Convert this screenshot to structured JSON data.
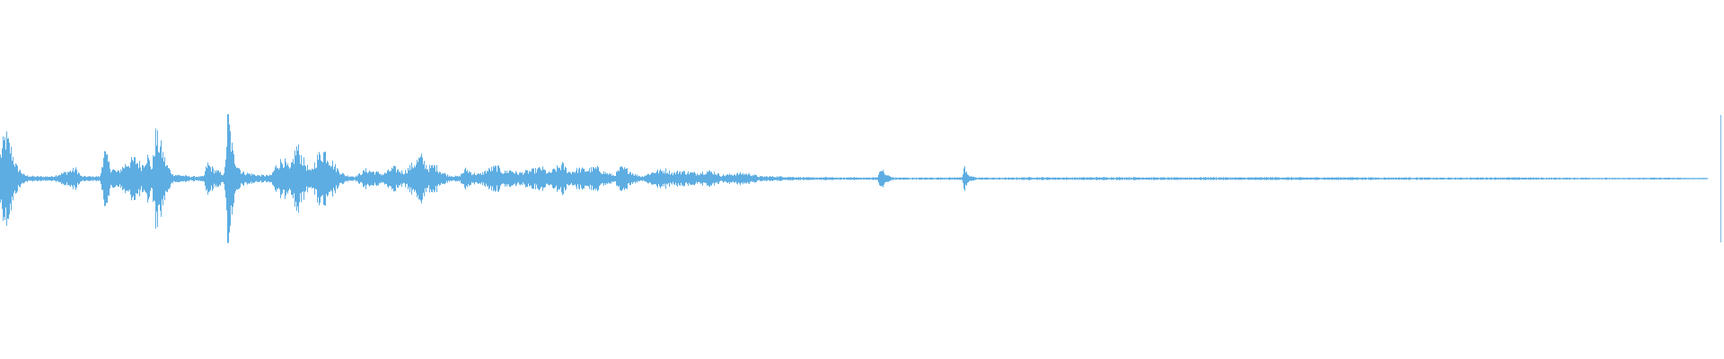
{
  "waveform": {
    "color": "#5dade2",
    "playhead_color": "#7fb8e0",
    "playhead_position_fraction": 0.9985,
    "baseline_amplitude": 0.01,
    "envelope_keypoints": [
      [
        0.0,
        0.22
      ],
      [
        0.003,
        0.4
      ],
      [
        0.006,
        0.28
      ],
      [
        0.009,
        0.12
      ],
      [
        0.014,
        0.03
      ],
      [
        0.02,
        0.02
      ],
      [
        0.03,
        0.02
      ],
      [
        0.044,
        0.09
      ],
      [
        0.047,
        0.02
      ],
      [
        0.058,
        0.02
      ],
      [
        0.06,
        0.26
      ],
      [
        0.064,
        0.1
      ],
      [
        0.068,
        0.06
      ],
      [
        0.073,
        0.14
      ],
      [
        0.078,
        0.18
      ],
      [
        0.082,
        0.12
      ],
      [
        0.085,
        0.22
      ],
      [
        0.088,
        0.1
      ],
      [
        0.09,
        0.4
      ],
      [
        0.093,
        0.3
      ],
      [
        0.096,
        0.14
      ],
      [
        0.1,
        0.04
      ],
      [
        0.11,
        0.02
      ],
      [
        0.118,
        0.02
      ],
      [
        0.12,
        0.14
      ],
      [
        0.124,
        0.08
      ],
      [
        0.13,
        0.04
      ],
      [
        0.132,
        0.58
      ],
      [
        0.135,
        0.22
      ],
      [
        0.14,
        0.06
      ],
      [
        0.15,
        0.03
      ],
      [
        0.157,
        0.03
      ],
      [
        0.16,
        0.12
      ],
      [
        0.164,
        0.18
      ],
      [
        0.168,
        0.08
      ],
      [
        0.172,
        0.3
      ],
      [
        0.176,
        0.16
      ],
      [
        0.18,
        0.06
      ],
      [
        0.184,
        0.2
      ],
      [
        0.188,
        0.26
      ],
      [
        0.192,
        0.16
      ],
      [
        0.196,
        0.08
      ],
      [
        0.2,
        0.03
      ],
      [
        0.206,
        0.02
      ],
      [
        0.212,
        0.08
      ],
      [
        0.218,
        0.06
      ],
      [
        0.222,
        0.04
      ],
      [
        0.228,
        0.1
      ],
      [
        0.234,
        0.06
      ],
      [
        0.24,
        0.14
      ],
      [
        0.244,
        0.2
      ],
      [
        0.248,
        0.1
      ],
      [
        0.252,
        0.12
      ],
      [
        0.256,
        0.06
      ],
      [
        0.26,
        0.03
      ],
      [
        0.266,
        0.02
      ],
      [
        0.27,
        0.09
      ],
      [
        0.274,
        0.05
      ],
      [
        0.278,
        0.04
      ],
      [
        0.284,
        0.09
      ],
      [
        0.288,
        0.11
      ],
      [
        0.292,
        0.06
      ],
      [
        0.296,
        0.08
      ],
      [
        0.3,
        0.05
      ],
      [
        0.31,
        0.08
      ],
      [
        0.314,
        0.1
      ],
      [
        0.318,
        0.05
      ],
      [
        0.322,
        0.09
      ],
      [
        0.326,
        0.13
      ],
      [
        0.33,
        0.06
      ],
      [
        0.336,
        0.09
      ],
      [
        0.34,
        0.08
      ],
      [
        0.346,
        0.1
      ],
      [
        0.35,
        0.06
      ],
      [
        0.356,
        0.03
      ],
      [
        0.36,
        0.1
      ],
      [
        0.364,
        0.08
      ],
      [
        0.368,
        0.04
      ],
      [
        0.372,
        0.02
      ],
      [
        0.38,
        0.07
      ],
      [
        0.386,
        0.08
      ],
      [
        0.39,
        0.05
      ],
      [
        0.394,
        0.07
      ],
      [
        0.398,
        0.06
      ],
      [
        0.404,
        0.05
      ],
      [
        0.41,
        0.07
      ],
      [
        0.414,
        0.06
      ],
      [
        0.418,
        0.03
      ],
      [
        0.424,
        0.04
      ],
      [
        0.43,
        0.05
      ],
      [
        0.436,
        0.04
      ],
      [
        0.44,
        0.02
      ],
      [
        0.45,
        0.02
      ],
      [
        0.46,
        0.015
      ],
      [
        0.47,
        0.01
      ],
      [
        0.48,
        0.012
      ],
      [
        0.49,
        0.008
      ],
      [
        0.494,
        0.015
      ],
      [
        0.496,
        0.012
      ],
      [
        0.498,
        0.008
      ],
      [
        0.505,
        0.01
      ],
      [
        0.509,
        0.015
      ],
      [
        0.511,
        0.1
      ],
      [
        0.513,
        0.04
      ],
      [
        0.518,
        0.01
      ],
      [
        0.53,
        0.008
      ],
      [
        0.545,
        0.01
      ],
      [
        0.555,
        0.01
      ],
      [
        0.558,
        0.018
      ],
      [
        0.559,
        0.11
      ],
      [
        0.561,
        0.03
      ],
      [
        0.566,
        0.01
      ],
      [
        0.58,
        0.008
      ],
      [
        0.6,
        0.012
      ],
      [
        0.62,
        0.01
      ],
      [
        0.64,
        0.012
      ],
      [
        0.66,
        0.012
      ],
      [
        0.68,
        0.01
      ],
      [
        0.7,
        0.012
      ],
      [
        0.72,
        0.01
      ],
      [
        0.74,
        0.012
      ],
      [
        0.76,
        0.01
      ],
      [
        0.78,
        0.012
      ],
      [
        0.8,
        0.01
      ],
      [
        0.82,
        0.01
      ],
      [
        0.84,
        0.008
      ],
      [
        0.86,
        0.01
      ],
      [
        0.88,
        0.01
      ],
      [
        0.9,
        0.008
      ],
      [
        0.92,
        0.008
      ],
      [
        0.94,
        0.006
      ],
      [
        0.96,
        0.008
      ],
      [
        0.98,
        0.006
      ],
      [
        0.994,
        0.006
      ],
      [
        0.995,
        0.0
      ],
      [
        1.0,
        0.0
      ]
    ]
  }
}
